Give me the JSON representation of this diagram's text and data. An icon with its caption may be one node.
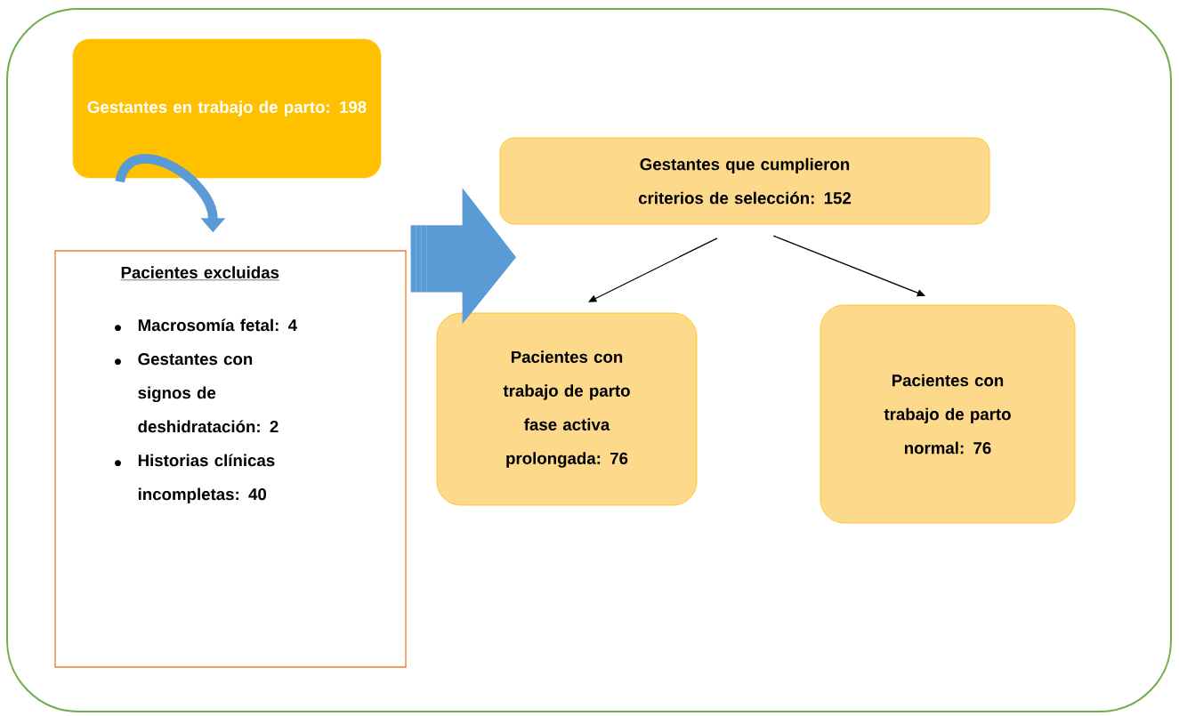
{
  "diagram": {
    "nodes": [
      {
        "text": [
          "Gestantes en trabajo de parto: 198"
        ]
      },
      {
        "text": [
          "Pacientes excluidas",
          "Macrosomía fetal: 4",
          "Gestantes con signos de deshidratación: 2",
          "Historias clínicas incompletas: 40"
        ]
      },
      {
        "text": [
          "Gestantes que cumplieron criterios de selección: 152"
        ]
      },
      {
        "text": [
          "Pacientes con trabajo de parto fase activa prolongada: 76"
        ]
      },
      {
        "text": [
          "Pacientes con trabajo de parto normal: 76"
        ]
      }
    ],
    "edges": [
      {
        "from": 0,
        "to": 1,
        "arrow": "to",
        "style": "thick",
        "color": "#5b9bd5"
      },
      {
        "from": 1,
        "to": 3,
        "arrow": "to",
        "style": "thick",
        "color": "#5b9bd5"
      },
      {
        "from": 2,
        "to": 3,
        "arrow": "to"
      },
      {
        "from": 2,
        "to": 4,
        "arrow": "to"
      }
    ]
  }
}
